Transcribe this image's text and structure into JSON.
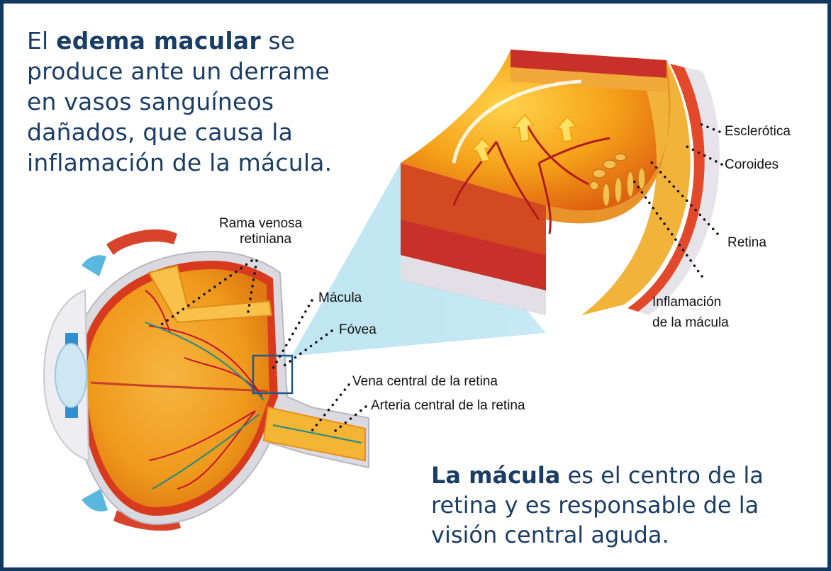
{
  "colors": {
    "border": "#13385f",
    "heading_text": "#1a3d66",
    "label_text": "#111111",
    "eye_orange": "#f0a020",
    "vessel_red": "#c8102e",
    "sclera_gray": "#d9d9df",
    "zoom_cone": "#8fd3e8",
    "highlight_box": "#1f5a8a"
  },
  "intro": {
    "prefix": "El ",
    "bold": "edema macular",
    "rest": " se produce ante un derrame en vasos sanguíneos dañados, que causa la inflamación de la mácula."
  },
  "macula_note": {
    "bold": "La mácula",
    "rest": " es el centro de la retina y es responsable de la visión central aguda."
  },
  "labels": {
    "rama_venosa_line1": "Rama venosa",
    "rama_venosa_line2": "retiniana",
    "macula": "Mácula",
    "fovea": "Fóvea",
    "vena_central": "Vena central de la retina",
    "arteria_central": "Arteria central de la retina",
    "esclerotica": "Esclerótica",
    "coroides": "Coroides",
    "retina": "Retina",
    "inflamacion_line1": "Inflamación",
    "inflamacion_line2": "de la mácula"
  },
  "icons": {
    "eye": "eye-cross-section-illustration",
    "tissue": "retina-tissue-block-illustration",
    "arrows": "fluid-leak-arrow-icon"
  }
}
